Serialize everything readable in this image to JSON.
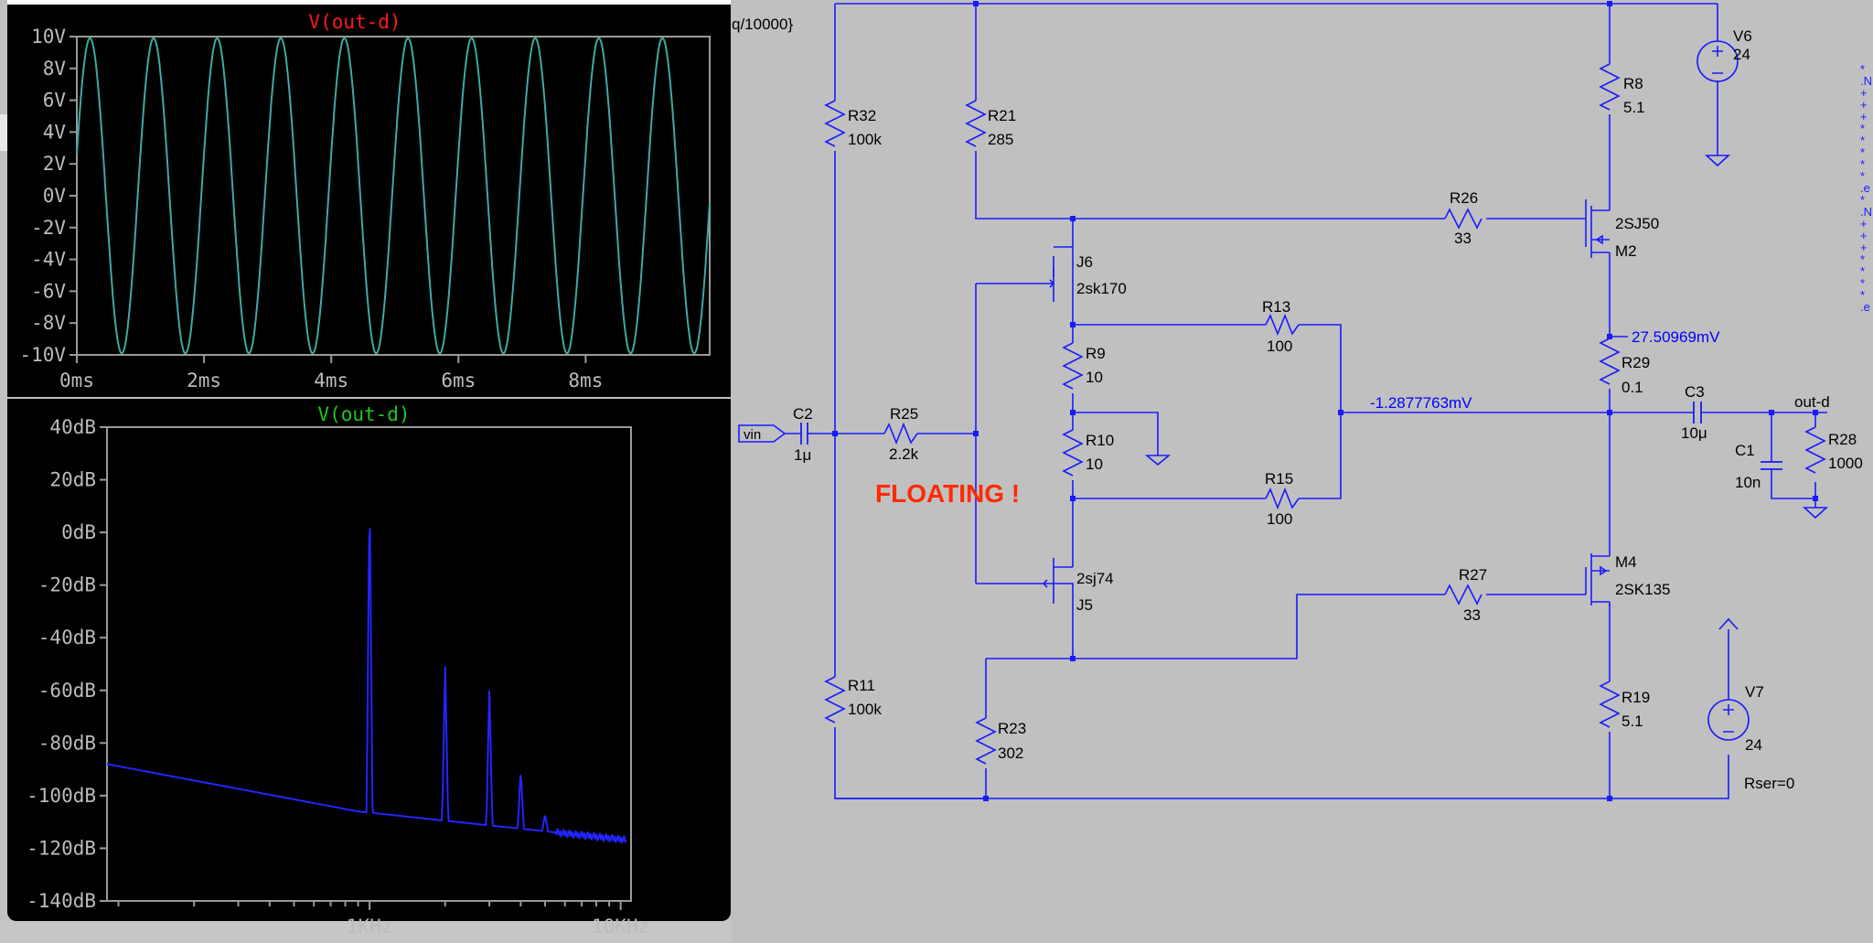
{
  "colors": {
    "wire": "#1a1aff",
    "schematic_bg": "#c0c0c0",
    "trace_waveform": "#3fa9a0",
    "trace_fft": "#2424ff",
    "title_red": "#ff1a1a",
    "title_green": "#1ec81e",
    "floating_red": "#ff2a00"
  },
  "waveform_plot": {
    "title": "V(out-d)",
    "y_ticks": [
      "10V",
      "8V",
      "6V",
      "4V",
      "2V",
      "0V",
      "-2V",
      "-4V",
      "-6V",
      "-8V",
      "-10V"
    ],
    "x_ticks": [
      "0ms",
      "2ms",
      "4ms",
      "6ms",
      "8ms"
    ]
  },
  "fft_plot": {
    "title": "V(out-d)",
    "y_ticks": [
      "40dB",
      "20dB",
      "0dB",
      "-20dB",
      "-40dB",
      "-60dB",
      "-80dB",
      "-100dB",
      "-120dB",
      "-140dB"
    ],
    "x_ticks": [
      "1KHz",
      "10KHz"
    ]
  },
  "chart_data": [
    {
      "type": "line",
      "title": "V(out-d)",
      "x_unit": "ms",
      "y_unit": "V",
      "xlim": [
        0,
        9.95
      ],
      "ylim": [
        -10,
        10
      ],
      "series": [
        {
          "name": "V(out-d)",
          "waveform": "sine",
          "frequency_hz": 1000,
          "amplitude_v": 9.9,
          "cycles_visible": 10
        }
      ]
    },
    {
      "type": "line",
      "title": "V(out-d)",
      "x_unit": "Hz",
      "x_scale": "log",
      "y_unit": "dB",
      "xlim": [
        90,
        11000
      ],
      "ylim": [
        -140,
        40
      ],
      "series": [
        {
          "name": "V(out-d)",
          "noise_floor": [
            [
              90,
              -88
            ],
            [
              900,
              -106
            ],
            [
              11000,
              -117
            ]
          ],
          "peaks": [
            [
              1000,
              17
            ],
            [
              2000,
              -50
            ],
            [
              3000,
              -59
            ],
            [
              4000,
              -90
            ],
            [
              5000,
              -107
            ]
          ]
        }
      ]
    }
  ],
  "schematic": {
    "partial_text": "q/10000}",
    "floating_label": "FLOATING !",
    "nodes": {
      "vin": "vin",
      "out": "out-d",
      "v_mid": "-1.2877763mV",
      "v_m2": "27.50969mV",
      "rser": "Rser=0"
    },
    "components": {
      "R32": [
        "R32",
        "100k"
      ],
      "R21": [
        "R21",
        "285"
      ],
      "R8": [
        "R8",
        "5.1"
      ],
      "V6": [
        "V6",
        "24"
      ],
      "R26": [
        "R26",
        "33"
      ],
      "M2": [
        "2SJ50",
        "M2"
      ],
      "J6": [
        "J6",
        "2sk170"
      ],
      "R13": [
        "R13",
        "100"
      ],
      "R9": [
        "R9",
        "10"
      ],
      "R29": [
        "R29",
        "0.1"
      ],
      "C2": [
        "C2",
        "1μ"
      ],
      "R25": [
        "R25",
        "2.2k"
      ],
      "R10": [
        "R10",
        "10"
      ],
      "C3": [
        "C3",
        "10μ"
      ],
      "R28": [
        "R28",
        "1000"
      ],
      "C1": [
        "C1",
        "10n"
      ],
      "R15": [
        "R15",
        "100"
      ],
      "J5": [
        "2sj74",
        "J5"
      ],
      "M4": [
        "M4",
        "2SK135"
      ],
      "R27": [
        "R27",
        "33"
      ],
      "R11": [
        "R11",
        "100k"
      ],
      "R23": [
        "R23",
        "302"
      ],
      "R19": [
        "R19",
        "5.1"
      ],
      "V7": [
        "V7",
        "24"
      ]
    },
    "spice_fragments": [
      "*",
      ".N",
      "+",
      "+",
      "+",
      "*",
      "*",
      "*",
      "*",
      "*",
      ".e",
      "*",
      ".N",
      "+",
      "+",
      "+",
      "*",
      "*",
      "*",
      "*",
      ".e"
    ]
  }
}
